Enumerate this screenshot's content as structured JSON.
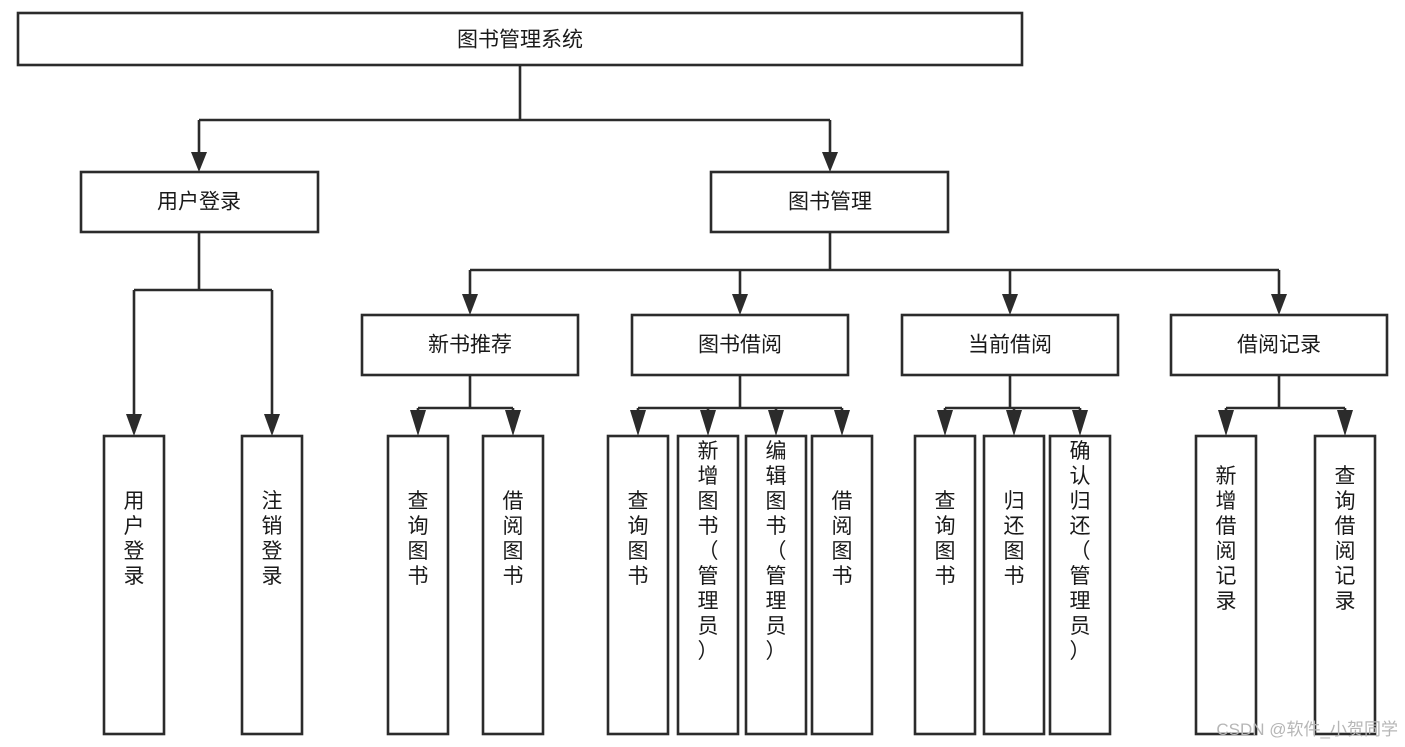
{
  "diagram": {
    "title": "图书管理系统",
    "type": "tree-hierarchy",
    "background_color": "#ffffff",
    "box_stroke_color": "#2b2b2b",
    "box_fill_color": "#ffffff",
    "text_color": "#1a1a1a"
  },
  "root": {
    "label": "图书管理系统"
  },
  "level2": [
    {
      "label": "用户登录"
    },
    {
      "label": "图书管理"
    }
  ],
  "level3": [
    {
      "label": "新书推荐"
    },
    {
      "label": "图书借阅"
    },
    {
      "label": "当前借阅"
    },
    {
      "label": "借阅记录"
    }
  ],
  "leaves": {
    "user_login": [
      {
        "label": "用户登录"
      },
      {
        "label": "注销登录"
      }
    ],
    "new_book_recommend": [
      {
        "label": "查询图书"
      },
      {
        "label": "借阅图书"
      }
    ],
    "book_borrow": [
      {
        "label": "查询图书"
      },
      {
        "label": "新增图书（管理员）"
      },
      {
        "label": "编辑图书（管理员）"
      },
      {
        "label": "借阅图书"
      }
    ],
    "current_borrow": [
      {
        "label": "查询图书"
      },
      {
        "label": "归还图书"
      },
      {
        "label": "确认归还（管理员）"
      }
    ],
    "borrow_record": [
      {
        "label": "新增借阅记录"
      },
      {
        "label": "查询借阅记录"
      }
    ]
  },
  "watermark": {
    "text": "CSDN @软件_小贺同学",
    "color": "#b6b6b6"
  }
}
